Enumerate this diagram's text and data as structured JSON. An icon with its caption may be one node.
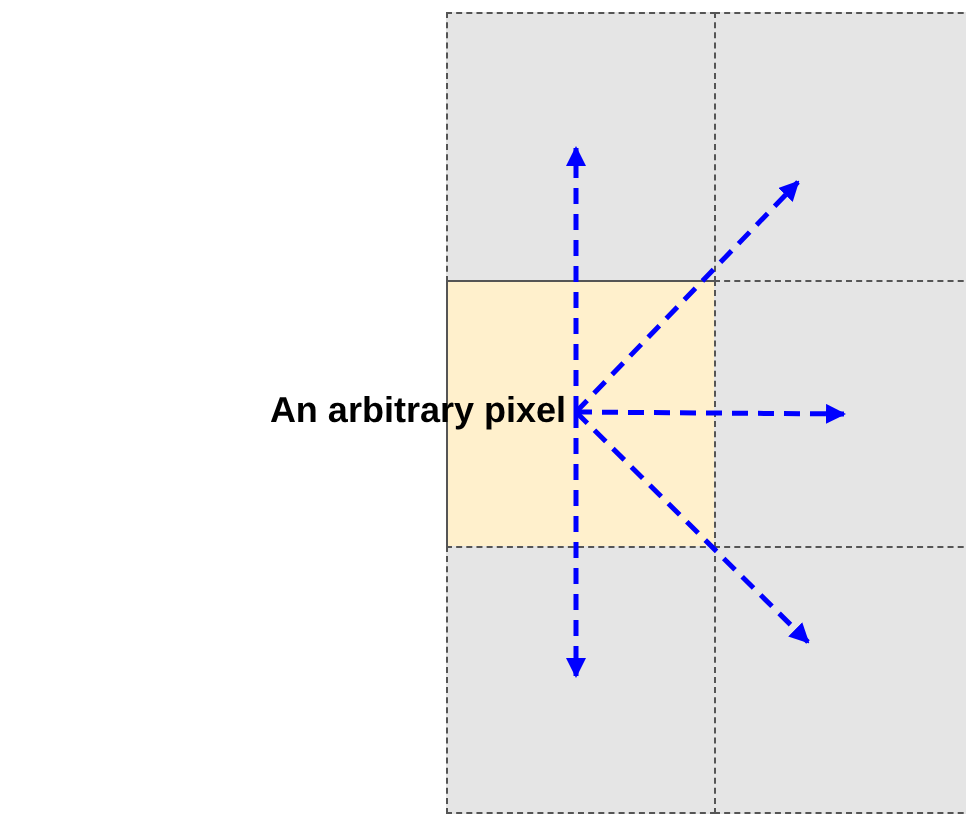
{
  "diagram": {
    "nodes": [
      {
        "text": [],
        "shape": "box"
      },
      {
        "text": [],
        "shape": "box"
      },
      {
        "text": [
          "An arbitrary pixel"
        ]
      },
      {
        "text": [],
        "shape": "box"
      },
      {
        "text": [],
        "shape": "box"
      },
      {
        "text": [],
        "shape": "box"
      }
    ],
    "edges": [
      {
        "from": 2,
        "to": 0,
        "arrow": "to",
        "style": "dashed"
      },
      {
        "from": 2,
        "to": 1,
        "arrow": "to",
        "style": "dashed"
      },
      {
        "from": 2,
        "to": 3,
        "arrow": "to",
        "style": "dashed"
      },
      {
        "from": 2,
        "to": 5,
        "arrow": "to",
        "style": "dashed"
      },
      {
        "from": 2,
        "to": 4,
        "arrow": "to",
        "style": "dashed"
      }
    ]
  }
}
